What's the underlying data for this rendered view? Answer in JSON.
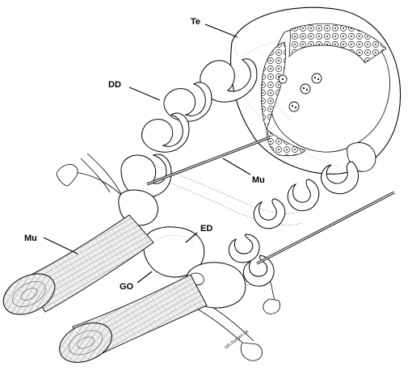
{
  "figure": {
    "labels": {
      "te": "Te",
      "dd": "DD",
      "mu_upper": "Mu",
      "mu_left": "Mu",
      "ed": "ED",
      "go": "GO"
    },
    "signature": "tsh.burger.ca",
    "colors": {
      "stroke": "#000000",
      "fill": "#ffffff",
      "muscle": "#e6e6e6",
      "dotted": "#777777"
    }
  }
}
